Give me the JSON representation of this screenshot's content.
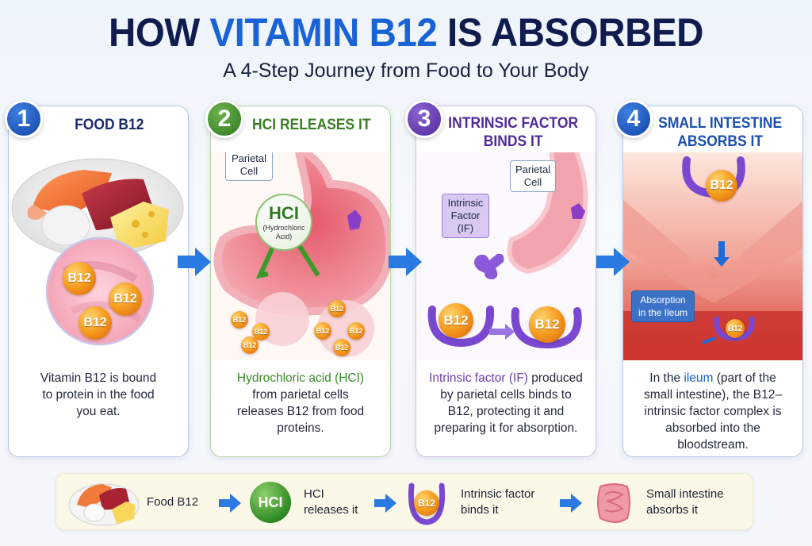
{
  "header": {
    "title_part1": "HOW ",
    "title_highlight": "VITAMIN B12",
    "title_part2": " IS ABSORBED",
    "subtitle": "A 4-Step Journey from Food to Your Body"
  },
  "colors": {
    "title_dark": "#0f1c4d",
    "title_blue": "#1a63d6",
    "step1": "#1a2a6b",
    "step2": "#3b7d24",
    "step3": "#4f2a9a",
    "step4": "#1a4fb0",
    "arrow_blue": "#2a7ae2",
    "b12_orange": "#f59a1e"
  },
  "steps": [
    {
      "number": "1",
      "title": "FOOD B12",
      "illustration": "food-plate-with-b12",
      "b12_labels": [
        "B12",
        "B12",
        "B12"
      ],
      "desc": "Vitamin B12 is bound to protein in the food you eat."
    },
    {
      "number": "2",
      "title": "HCI RELEASES IT",
      "illustration": "stomach-hcl-release",
      "label_parietal": "Parietal Cell",
      "hcl_big": "HCI",
      "hcl_small": "(Hydrochloric Acid)",
      "b12_label": "B12",
      "desc_highlight": "Hydrochloric acid (HCI)",
      "desc_rest": "from parietal cells releases B12 from food proteins."
    },
    {
      "number": "3",
      "title": "INTRINSIC FACTOR BINDS IT",
      "illustration": "intrinsic-factor-binding",
      "label_parietal": "Parietal Cell",
      "label_if": "Intrinsic Factor (IF)",
      "b12_label": "B12",
      "desc_highlight": "Intrinsic factor (IF)",
      "desc_rest": " produced by parietal cells binds to B12, protecting it and preparing it for absorption."
    },
    {
      "number": "4",
      "title": "SMALL INTESTINE ABSORBS IT",
      "illustration": "ileum-absorption",
      "label_absorption": "Absorption in the Ileum",
      "b12_label": "B12",
      "desc_pre": "In the ",
      "desc_highlight": "ileum",
      "desc_rest": " (part of the small intestine), the B12–intrinsic factor complex is absorbed into the bloodstream."
    }
  ],
  "summary_bar": [
    {
      "icon": "food-plate-icon",
      "label": "Food B12"
    },
    {
      "icon": "hcl-ball-icon",
      "icon_text": "HCI",
      "label": "HCI releases it"
    },
    {
      "icon": "intrinsic-factor-b12-icon",
      "icon_text": "B12",
      "label": "Intrinsic factor binds it"
    },
    {
      "icon": "intestine-icon",
      "label": "Small intestine absorbs it"
    }
  ]
}
